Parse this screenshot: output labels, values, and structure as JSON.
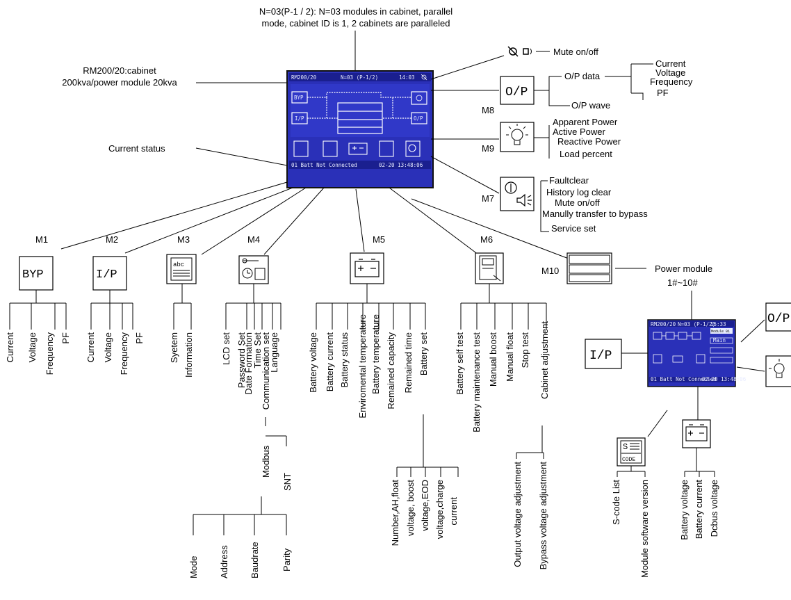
{
  "top_note": {
    "line1": "N=03(P-1 / 2): N=03 modules in cabinet, parallel",
    "line2": "mode, cabinet ID is 1, 2 cabinets are paralleled"
  },
  "rm_note": {
    "line1": "RM200/20:cabinet",
    "line2": "200kva/power module 20kva"
  },
  "current_status_label": "Current status",
  "mute_label": "Mute on/off",
  "lcd_main": {
    "top_left": "RM200/20",
    "top_mid": "N=03 (P-1/2)",
    "top_right": "14:03",
    "status_line": "01 Batt Not Connected",
    "date_time": "02-20 13:48:06",
    "byp": "BYP",
    "ip": "I/P",
    "op": "O/P"
  },
  "lcd_small": {
    "top_left": "RM200/20",
    "top_mid": "N=03 (P-1/2)",
    "top_right": "15:33",
    "status_line": "01 Batt Not Connected",
    "date_time": "02-20 13:48:06",
    "side_label": "Module 01",
    "side_btn": "Main"
  },
  "m8": {
    "tag": "M8",
    "icon_text": "O/P",
    "op_data": "O/P data",
    "op_wave": "O/P wave",
    "items": [
      "Current",
      "Voltage",
      "Frequency",
      "PF"
    ]
  },
  "m9": {
    "tag": "M9",
    "items": [
      "Apparent Power",
      "Active Power",
      "Reactive Power",
      "Load percent"
    ]
  },
  "m7": {
    "tag": "M7",
    "items": [
      "Faultclear",
      "History log clear",
      "Mute on/off",
      "Manully transfer to bypass",
      "Service set"
    ]
  },
  "m10": {
    "tag": "M10",
    "label": "Power module",
    "sub": "1#~10#"
  },
  "m1": {
    "tag": "M1",
    "icon_text": "BYP",
    "items": [
      "Current",
      "Voltage",
      "Frequency",
      "PF"
    ]
  },
  "m2": {
    "tag": "M2",
    "icon_text": "I/P",
    "items": [
      "Current",
      "Voltage",
      "Frequency",
      "PF"
    ]
  },
  "m3": {
    "tag": "M3",
    "icon_text": "abc",
    "items": [
      "Syetem",
      "Information"
    ]
  },
  "m4": {
    "tag": "M4",
    "items": [
      "LCD set",
      "Password Set",
      "Date Formation",
      "Time Set",
      "Communication set",
      "Language"
    ],
    "comm": [
      "Modbus",
      "SNT"
    ],
    "modbus": [
      "Mode",
      "Address",
      "Baudrate",
      "Parity"
    ]
  },
  "m5": {
    "tag": "M5",
    "items": [
      "Battery voltage",
      "Battery current",
      "Battery status",
      "Enviromental temperature",
      "Battery temperature",
      "Remained capacity",
      "Remained time",
      "Battery set"
    ],
    "battery_set": [
      "Number,AH,float",
      "voltage, boost",
      "voltage,EOD",
      "voltage,charge",
      "current"
    ]
  },
  "m6": {
    "tag": "M6",
    "items": [
      "Battery self test",
      "Battery maintenance test",
      "Manual boost",
      "Manual float",
      "Stop test",
      "Cabinet adjustment"
    ],
    "cabinet": [
      "Output voltage adjustment",
      "Bypass voltage adjustment"
    ]
  },
  "module_screen": {
    "ip_text": "I/P",
    "op_text": "O/P",
    "scode_text": "CODE",
    "scode_items": [
      "S-code List",
      "Module software version"
    ],
    "batt_items": [
      "Battery voltage",
      "Battery current",
      "Dcbus voltage"
    ]
  },
  "colors": {
    "lcd_blue": "#2d34c4",
    "lcd_dark": "#1a1f8f",
    "line": "#000000"
  }
}
